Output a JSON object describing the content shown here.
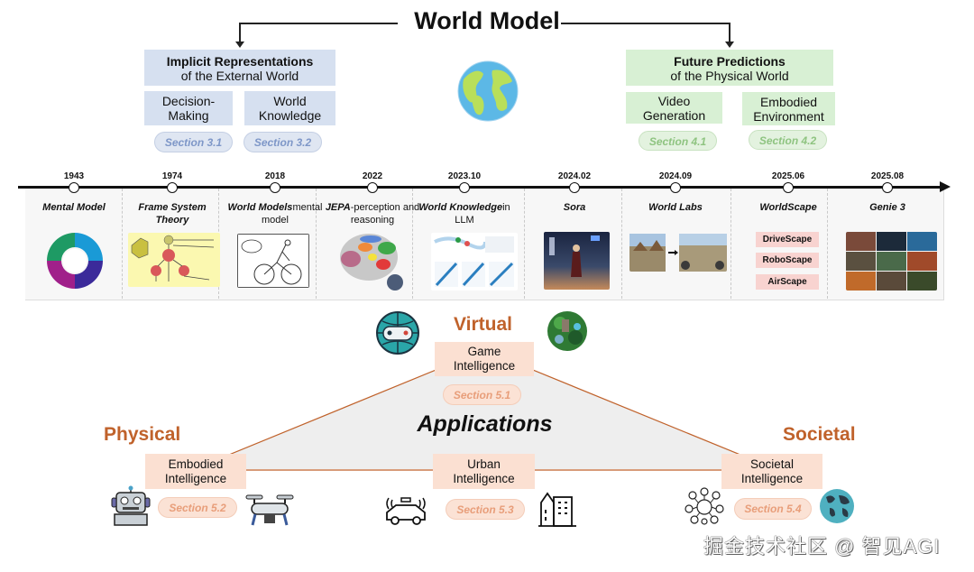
{
  "title": "World Model",
  "implicit": {
    "heading_bold": "Implicit Representations",
    "heading_rest": "of the External World",
    "items": [
      {
        "label": "Decision-Making",
        "section": "Section 3.1"
      },
      {
        "label": "World Knowledge",
        "section": "Section 3.2"
      }
    ]
  },
  "future": {
    "heading_bold": "Future Predictions",
    "heading_rest": "of the Physical World",
    "items": [
      {
        "label": "Video Generation",
        "section": "Section 4.1"
      },
      {
        "label": "Embodied Environment",
        "section": "Section 4.2"
      }
    ]
  },
  "timeline": [
    {
      "date": "1943",
      "title_bold": "Mental Model",
      "title_rest": ""
    },
    {
      "date": "1974",
      "title_bold": "Frame System Theory",
      "title_rest": ""
    },
    {
      "date": "2018",
      "title_bold": "World Models",
      "title_rest": "mental model"
    },
    {
      "date": "2022",
      "title_bold": "JEPA",
      "title_rest": "-perception and reasoning"
    },
    {
      "date": "2023.10",
      "title_bold": "World Knowledge",
      "title_rest": "in LLM"
    },
    {
      "date": "2024.02",
      "title_bold": "Sora",
      "title_rest": ""
    },
    {
      "date": "2024.09",
      "title_bold": "World Labs",
      "title_rest": ""
    },
    {
      "date": "2025.06",
      "title_bold": "WorldScape",
      "title_rest": ""
    },
    {
      "date": "2025.08",
      "title_bold": "Genie 3",
      "title_rest": ""
    }
  ],
  "worldscape_items": [
    "DriveScape",
    "RoboScape",
    "AirScape"
  ],
  "applications": {
    "title": "Applications",
    "regions": {
      "virtual": "Virtual",
      "physical": "Physical",
      "societal": "Societal"
    },
    "items": [
      {
        "label": "Game Intelligence",
        "section": "Section 5.1"
      },
      {
        "label": "Embodied Intelligence",
        "section": "Section 5.2"
      },
      {
        "label": "Urban Intelligence",
        "section": "Section 5.3"
      },
      {
        "label": "Societal Intelligence",
        "section": "Section 5.4"
      }
    ]
  },
  "colors": {
    "region_orange": "#c0622b",
    "blue_box": "#d6e0f0",
    "green_box": "#d8f0d4",
    "app_box": "#fbe0d2"
  },
  "watermark": "掘金技术社区 @ 智见AGI"
}
